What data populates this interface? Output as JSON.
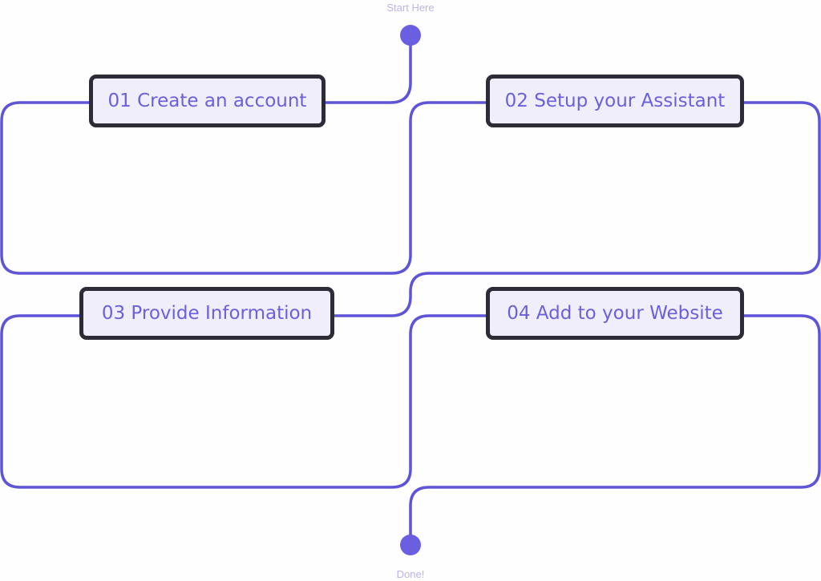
{
  "flow": {
    "start_label": "Start Here",
    "end_label": "Done!",
    "steps": [
      {
        "label": "01 Create an account"
      },
      {
        "label": "02 Setup your Assistant"
      },
      {
        "label": "03 Provide Information"
      },
      {
        "label": "04 Add to your Website"
      }
    ]
  },
  "colors": {
    "line": "#5d54d6",
    "node": "#6b5fe1",
    "box_border": "#2c2b36",
    "box_fill": "#f1eefb",
    "box_text": "#6a5fdc",
    "caption_text": "#b9b4e6"
  }
}
